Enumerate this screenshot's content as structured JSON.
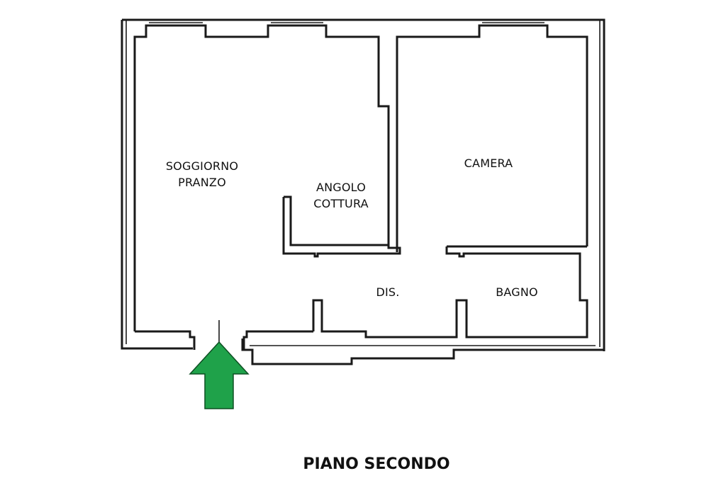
{
  "rooms": {
    "soggiorno_line1": "SOGGIORNO",
    "soggiorno_line2": "PRANZO",
    "angolo_line1": "ANGOLO",
    "angolo_line2": "COTTURA",
    "camera": "CAMERA",
    "dis": "DIS.",
    "bagno": "BAGNO"
  },
  "floor": {
    "title": "PIANO SECONDO"
  },
  "colors": {
    "wall": "#1a1a1a",
    "entrance_arrow": "#1fa24a",
    "background": "#ffffff"
  },
  "icons": {
    "entrance": "entrance-arrow-icon"
  }
}
